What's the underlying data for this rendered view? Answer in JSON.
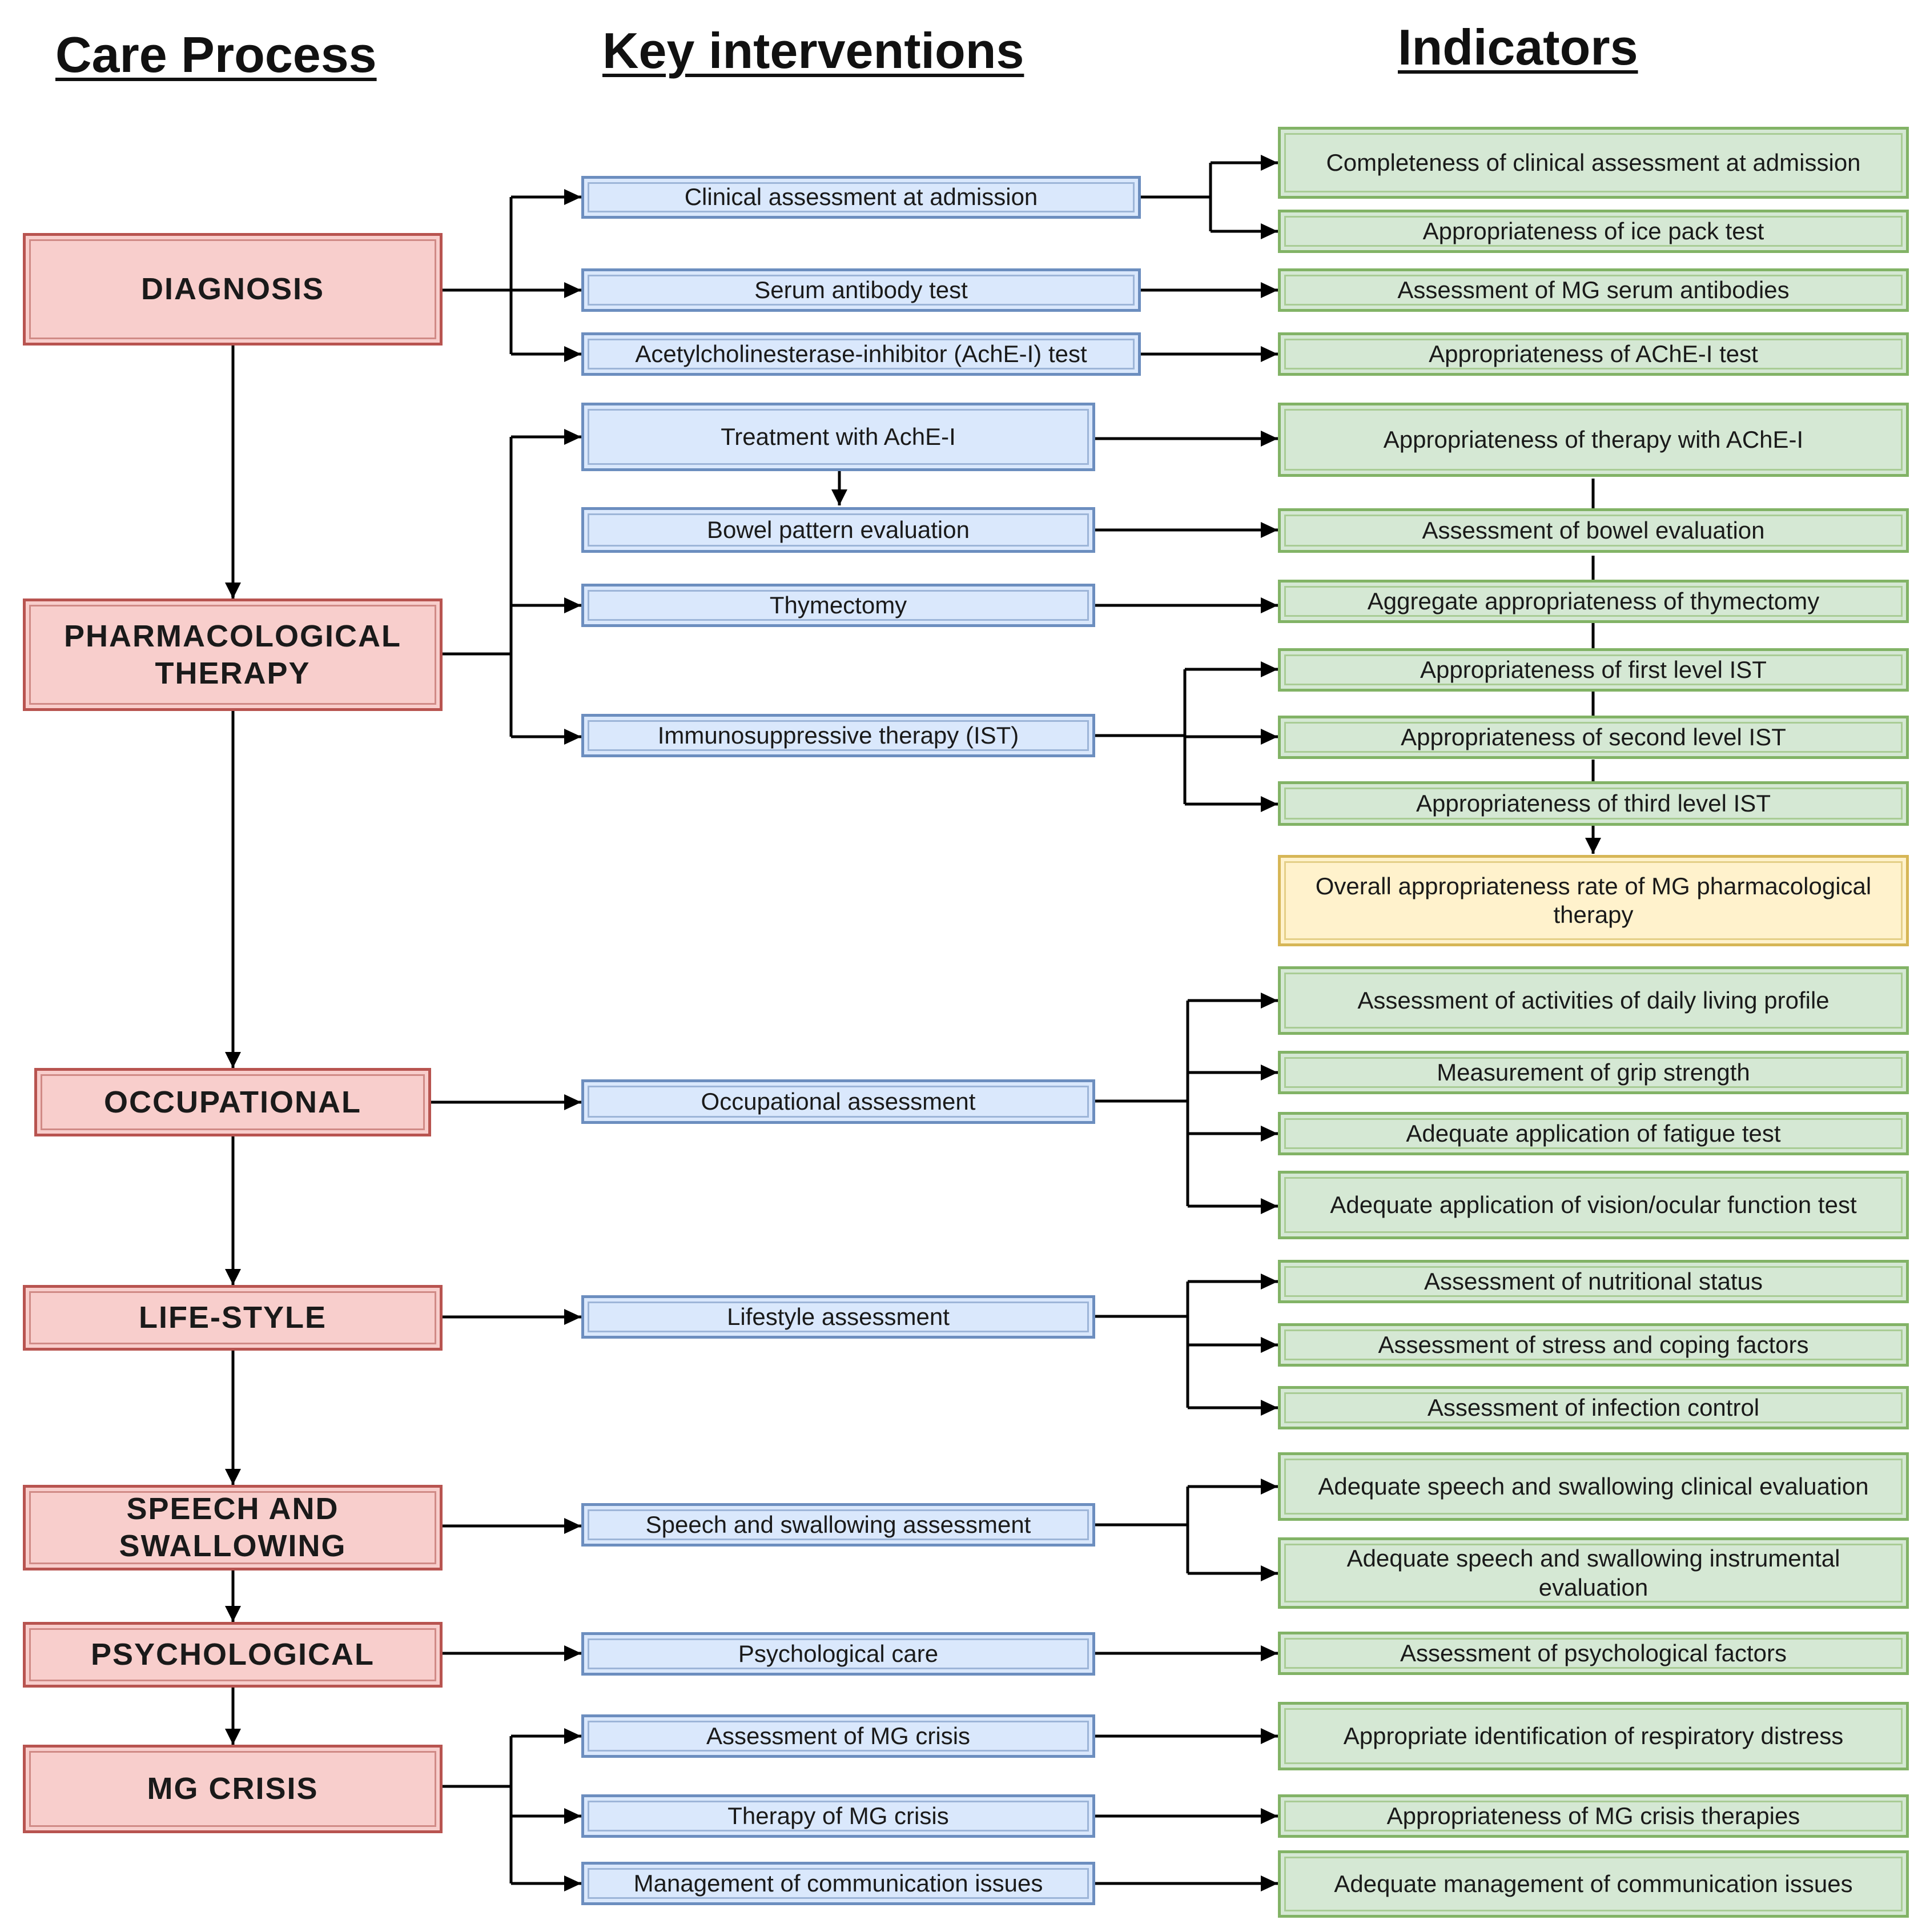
{
  "headers": {
    "care_process": "Care Process",
    "key_interventions": "Key interventions",
    "indicators": "Indicators"
  },
  "care_process": {
    "diagnosis": "DIAGNOSIS",
    "pharmacological_therapy": "PHARMACOLOGICAL THERAPY",
    "occupational": "OCCUPATIONAL",
    "life_style": "LIFE-STYLE",
    "speech_swallowing": "SPEECH AND SWALLOWING",
    "psychological": "PSYCHOLOGICAL",
    "mg_crisis": "MG CRISIS"
  },
  "interventions": {
    "clinical_assessment": "Clinical assessment at admission",
    "serum_antibody": "Serum antibody test",
    "ache_test": "Acetylcholinesterase-inhibitor (AchE-I) test",
    "treatment_ache": "Treatment with AchE-I",
    "bowel_pattern": "Bowel pattern evaluation",
    "thymectomy": "Thymectomy",
    "ist": "Immunosuppressive therapy (IST)",
    "occupational_assessment": "Occupational assessment",
    "lifestyle_assessment": "Lifestyle assessment",
    "speech_assessment": "Speech and swallowing assessment",
    "psychological_care": "Psychological care",
    "assessment_crisis": "Assessment of MG crisis",
    "therapy_crisis": "Therapy of MG crisis",
    "communication_issues": "Management of communication issues"
  },
  "indicators": {
    "completeness_clinical": "Completeness of clinical assessment at admission",
    "ice_pack": "Appropriateness of ice pack test",
    "mg_serum": "Assessment of MG serum antibodies",
    "ache_test": "Appropriateness of AChE-I test",
    "therapy_ache": "Appropriateness of therapy with AChE-I",
    "bowel_evaluation": "Assessment of bowel evaluation",
    "thymectomy": "Aggregate appropriateness of thymectomy",
    "first_ist": "Appropriateness of first level IST",
    "second_ist": "Appropriateness of second level IST",
    "third_ist": "Appropriateness of third level IST",
    "overall_pharma": "Overall appropriateness rate of MG pharmacological therapy",
    "daily_living": "Assessment of activities of daily living profile",
    "grip_strength": "Measurement of grip strength",
    "fatigue_test": "Adequate application of fatigue test",
    "vision_test": "Adequate application of vision/ocular function test",
    "nutritional": "Assessment of nutritional status",
    "stress_coping": "Assessment of stress and coping factors",
    "infection_control": "Assessment of infection control",
    "speech_clinical": "Adequate speech and swallowing clinical evaluation",
    "speech_instrumental": "Adequate speech and swallowing instrumental evaluation",
    "psychological_factors": "Assessment of psychological factors",
    "respiratory_distress": "Appropriate identification of respiratory distress",
    "crisis_therapies": "Appropriateness of MG crisis therapies",
    "communication_mgmt": "Adequate management of communication issues"
  },
  "colors": {
    "care_fill": "#f8cecc",
    "care_border": "#b85450",
    "intervention_fill": "#dae8fc",
    "intervention_border": "#6c8ebf",
    "indicator_fill": "#d5e8d4",
    "indicator_border": "#82b366",
    "overall_fill": "#fff2cc",
    "overall_border": "#d6b656"
  }
}
